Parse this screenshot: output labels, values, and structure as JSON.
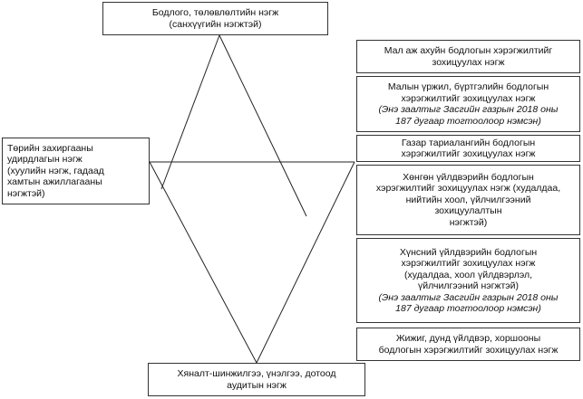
{
  "top_box": {
    "lines": [
      "Бодлого, төлөвлөлтийн нэгж",
      "(санхүүгийн нэгжтэй)"
    ]
  },
  "left_box": {
    "lines": [
      "Төрийн захиргааны",
      "удирдлагын нэгж",
      "(хуулийн нэгж, гадаад",
      "хамтын ажиллагааны",
      "нэгжтэй)"
    ]
  },
  "bottom_box": {
    "lines": [
      "Хяналт-шинжилгээ, үнэлгээ, дотоод",
      "аудитын нэгж"
    ]
  },
  "right_boxes": [
    {
      "lines": [
        "Мал аж ахуйн бодлогын хэрэгжилтийг",
        "зохицуулах нэгж"
      ],
      "italic": []
    },
    {
      "lines": [
        "Малын үржил, бүртгэлийн бодлогын",
        "хэрэгжилтийг зохицуулах нэгж"
      ],
      "italic": [
        "(Энэ заалтыг Засгийн газрын 2018 оны",
        "187 дугаар тогтоолоор нэмсэн)"
      ]
    },
    {
      "lines": [
        "Газар тариалангийн бодлогын",
        "хэрэгжилтийг зохицуулах нэгж"
      ],
      "italic": []
    },
    {
      "lines": [
        "Хөнгөн үйлдвэрийн бодлогын",
        "хэрэгжилтийг зохицуулах нэгж  (худалдаа,",
        "нийтийн хоол, үйлчилгээний",
        "зохицуулалтын",
        "нэгжтэй)"
      ],
      "italic": []
    },
    {
      "lines": [
        "Хүнсний үйлдвэрийн бодлогын",
        "хэрэгжилтийг зохицуулах нэгж",
        "(худалдаа, хоол үйлдвэрлэл,",
        "үйлчилгээний нэгжтэй)"
      ],
      "italic": [
        "(Энэ заалтыг Засгийн газрын 2018 оны",
        "187 дугаар тогтоолоор нэмсэн)"
      ]
    },
    {
      "lines": [
        "Жижиг, дунд үйлдвэр, хоршооны",
        "бодлогын хэрэгжилтийг зохицуулах нэгж"
      ],
      "italic": []
    }
  ]
}
